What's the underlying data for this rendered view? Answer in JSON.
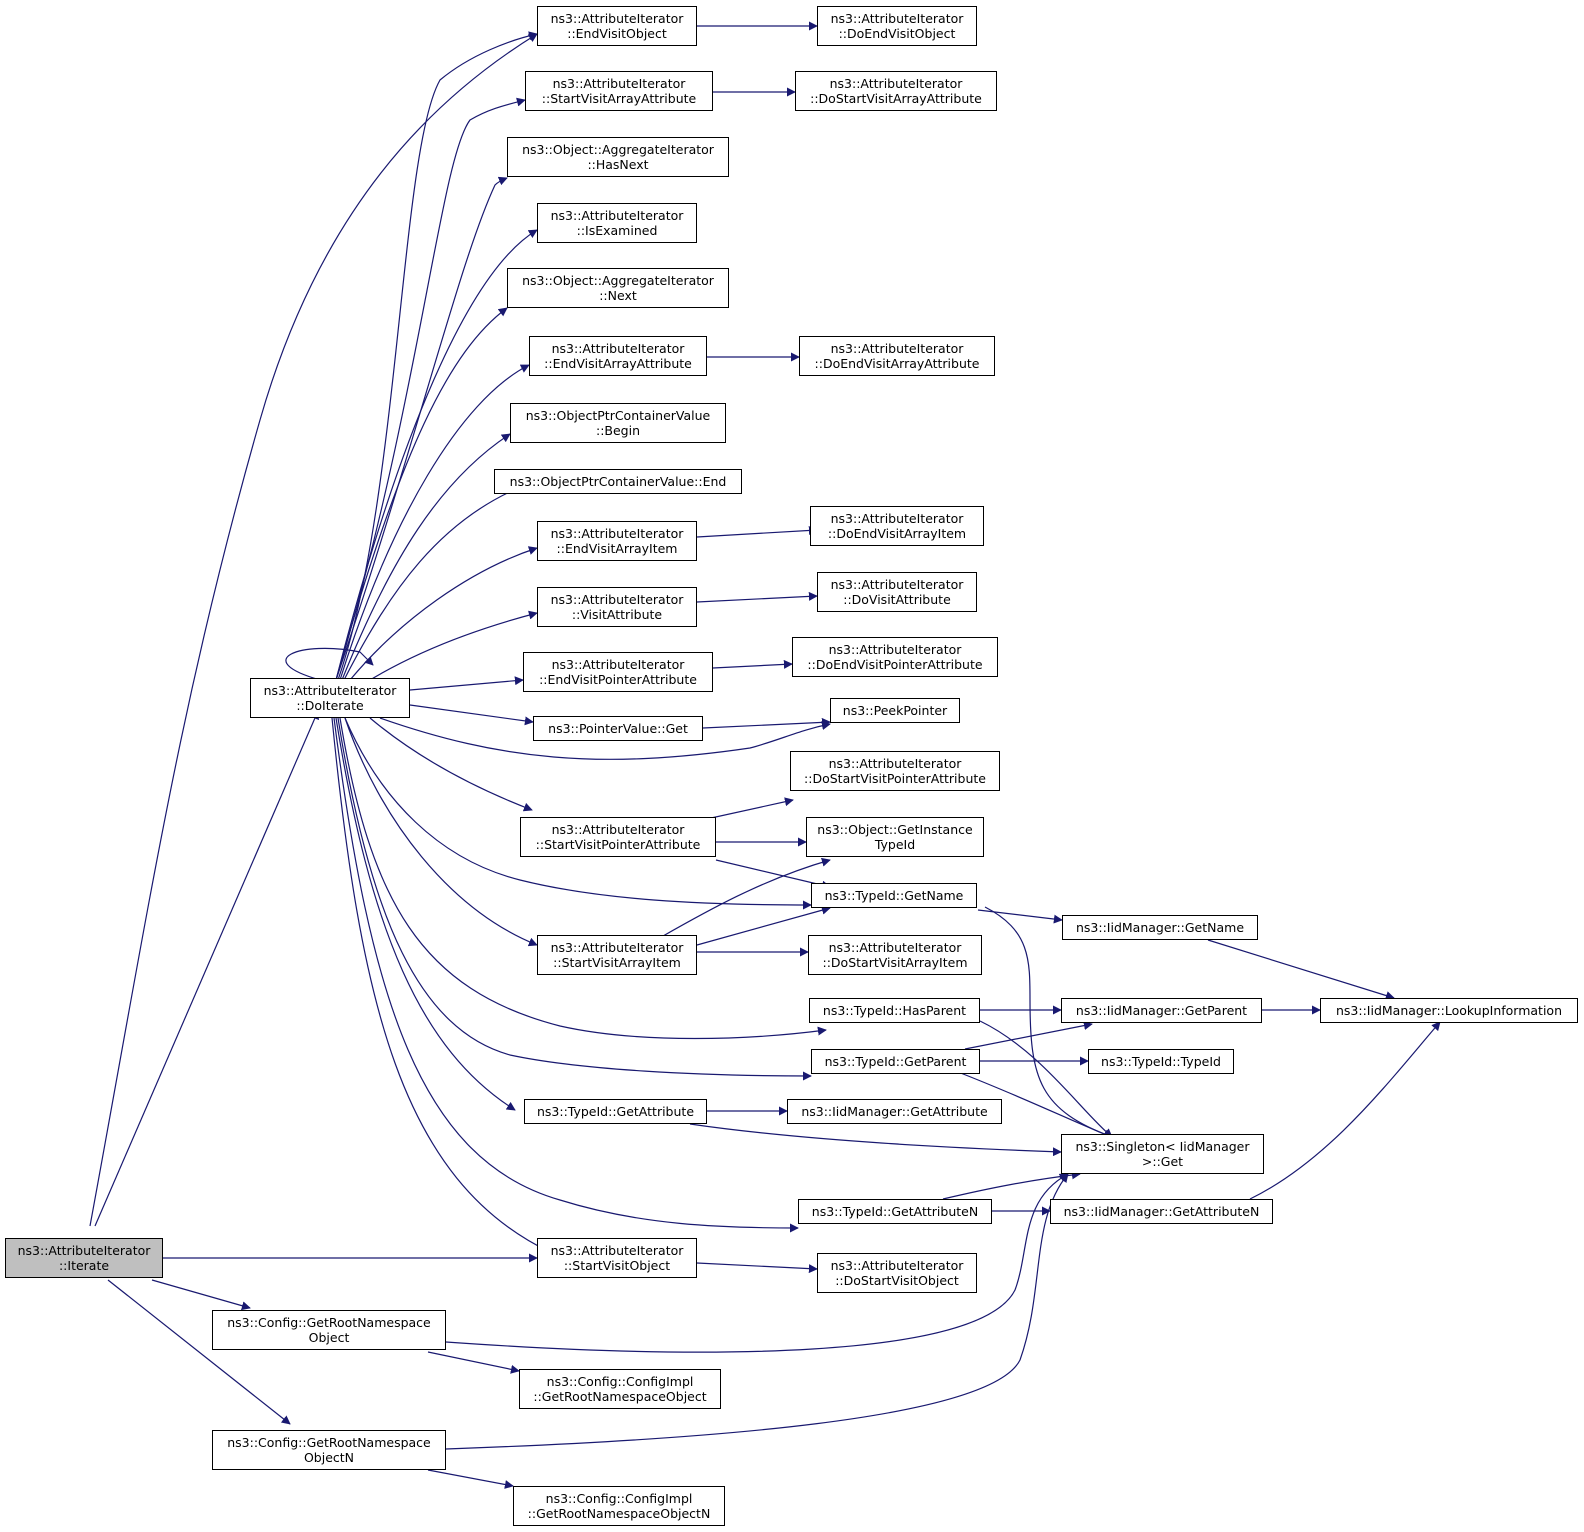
{
  "colors": {
    "edge": "#191970",
    "root_fill": "#bfbfbf",
    "node_fill": "#ffffff",
    "border": "#000000"
  },
  "nodes": {
    "iterate": [
      "ns3::AttributeIterator",
      "::Iterate"
    ],
    "doiterate": [
      "ns3::AttributeIterator",
      "::DoIterate"
    ],
    "endVisitObject": [
      "ns3::AttributeIterator",
      "::EndVisitObject"
    ],
    "doEndVisitObject": [
      "ns3::AttributeIterator",
      "::DoEndVisitObject"
    ],
    "startVisitArrayAttribute": [
      "ns3::AttributeIterator",
      "::StartVisitArrayAttribute"
    ],
    "doStartVisitArrayAttribute": [
      "ns3::AttributeIterator",
      "::DoStartVisitArrayAttribute"
    ],
    "aggHasNext": [
      "ns3::Object::AggregateIterator",
      "::HasNext"
    ],
    "isExamined": [
      "ns3::AttributeIterator",
      "::IsExamined"
    ],
    "aggNext": [
      "ns3::Object::AggregateIterator",
      "::Next"
    ],
    "endVisitArrayAttribute": [
      "ns3::AttributeIterator",
      "::EndVisitArrayAttribute"
    ],
    "doEndVisitArrayAttribute": [
      "ns3::AttributeIterator",
      "::DoEndVisitArrayAttribute"
    ],
    "opcBegin": [
      "ns3::ObjectPtrContainerValue",
      "::Begin"
    ],
    "opcEnd": [
      "ns3::ObjectPtrContainerValue::End"
    ],
    "endVisitArrayItem": [
      "ns3::AttributeIterator",
      "::EndVisitArrayItem"
    ],
    "doEndVisitArrayItem": [
      "ns3::AttributeIterator",
      "::DoEndVisitArrayItem"
    ],
    "visitAttribute": [
      "ns3::AttributeIterator",
      "::VisitAttribute"
    ],
    "doVisitAttribute": [
      "ns3::AttributeIterator",
      "::DoVisitAttribute"
    ],
    "endVisitPointerAttribute": [
      "ns3::AttributeIterator",
      "::EndVisitPointerAttribute"
    ],
    "doEndVisitPointerAttribute": [
      "ns3::AttributeIterator",
      "::DoEndVisitPointerAttribute"
    ],
    "pointerValueGet": [
      "ns3::PointerValue::Get"
    ],
    "peekPointer": [
      "ns3::PeekPointer"
    ],
    "doStartVisitPointerAttribute": [
      "ns3::AttributeIterator",
      "::DoStartVisitPointerAttribute"
    ],
    "startVisitPointerAttribute": [
      "ns3::AttributeIterator",
      "::StartVisitPointerAttribute"
    ],
    "getInstanceTypeId": [
      "ns3::Object::GetInstance",
      "TypeId"
    ],
    "typeIdGetName": [
      "ns3::TypeId::GetName"
    ],
    "iidGetName": [
      "ns3::IidManager::GetName"
    ],
    "startVisitArrayItem": [
      "ns3::AttributeIterator",
      "::StartVisitArrayItem"
    ],
    "doStartVisitArrayItem": [
      "ns3::AttributeIterator",
      "::DoStartVisitArrayItem"
    ],
    "hasParent": [
      "ns3::TypeId::HasParent"
    ],
    "iidGetParent": [
      "ns3::IidManager::GetParent"
    ],
    "lookupInformation": [
      "ns3::IidManager::LookupInformation"
    ],
    "getParent": [
      "ns3::TypeId::GetParent"
    ],
    "typeIdTypeId": [
      "ns3::TypeId::TypeId"
    ],
    "getAttribute": [
      "ns3::TypeId::GetAttribute"
    ],
    "iidGetAttribute": [
      "ns3::IidManager::GetAttribute"
    ],
    "singletonGet": [
      "ns3::Singleton< IidManager",
      ">::Get"
    ],
    "getAttributeN": [
      "ns3::TypeId::GetAttributeN"
    ],
    "iidGetAttributeN": [
      "ns3::IidManager::GetAttributeN"
    ],
    "startVisitObject": [
      "ns3::AttributeIterator",
      "::StartVisitObject"
    ],
    "doStartVisitObject": [
      "ns3::AttributeIterator",
      "::DoStartVisitObject"
    ],
    "getRootNamespaceObject": [
      "ns3::Config::GetRootNamespace",
      "Object"
    ],
    "configImplGetRootNamespaceObject": [
      "ns3::Config::ConfigImpl",
      "::GetRootNamespaceObject"
    ],
    "getRootNamespaceObjectN": [
      "ns3::Config::GetRootNamespace",
      "ObjectN"
    ],
    "configImplGetRootNamespaceObjectN": [
      "ns3::Config::ConfigImpl",
      "::GetRootNamespaceObjectN"
    ]
  }
}
